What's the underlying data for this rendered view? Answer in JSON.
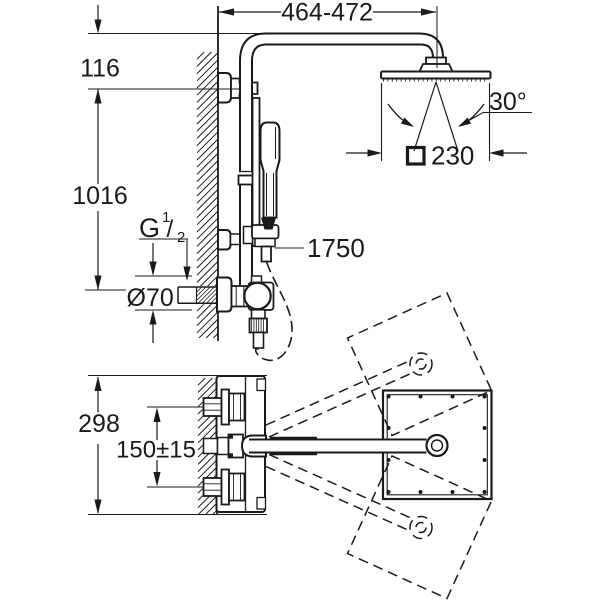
{
  "colors": {
    "line": "#1a1a1a",
    "background": "#ffffff"
  },
  "dimensions": {
    "arm_length_range": "464-472",
    "head_to_bracket": "116",
    "bracket_to_supply": "1016",
    "thread": {
      "letter": "G",
      "numerator": "1",
      "slash": "/",
      "denominator": "2"
    },
    "escutcheon_diameter": "Ø70",
    "hose_length": "1750",
    "tilt_angle": "30°",
    "head_size": "230",
    "valve_width": "298",
    "inlet_spacing": "150±15"
  }
}
